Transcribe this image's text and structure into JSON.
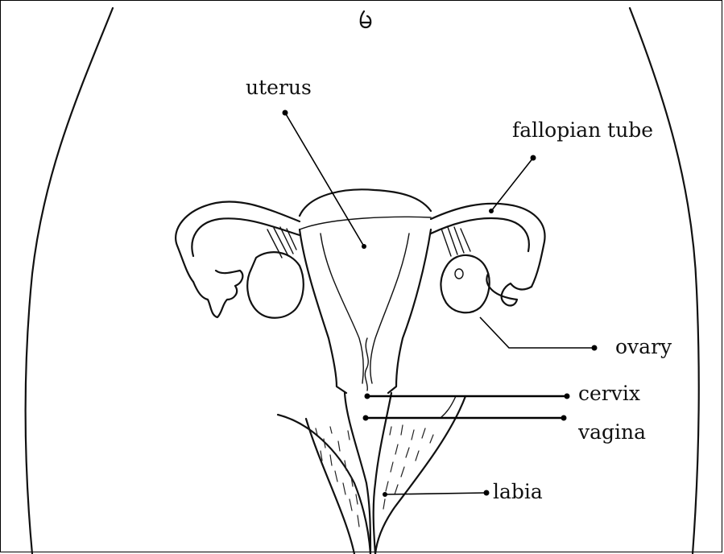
{
  "diagram": {
    "labels": {
      "uterus": "uterus",
      "fallopian_tube": "fallopian tube",
      "ovary": "ovary",
      "cervix": "cervix",
      "vagina": "vagina",
      "labia": "labia"
    }
  }
}
